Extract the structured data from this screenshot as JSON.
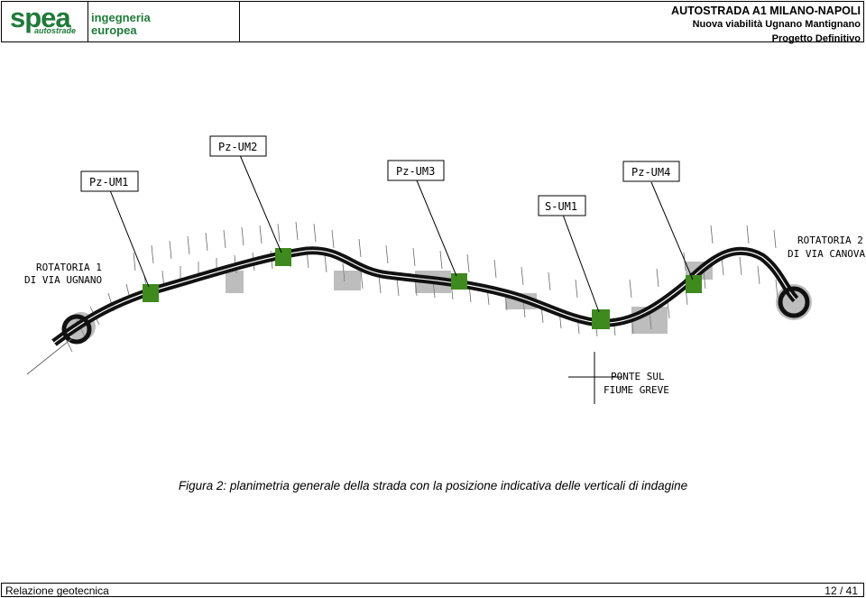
{
  "header": {
    "logo_main": "spea",
    "logo_sub": "autostrade",
    "company_line1": "ingegneria",
    "company_line2": "europea",
    "project_line1": "AUTOSTRADA A1 MILANO-NAPOLI",
    "project_line2": "Nuova  viabilità Ugnano Mantignano",
    "project_line3": "Progetto Definitivo"
  },
  "plan": {
    "labels": {
      "pz_um1": "Pz-UM1",
      "pz_um2": "Pz-UM2",
      "pz_um3": "Pz-UM3",
      "s_um1": "S-UM1",
      "pz_um4": "Pz-UM4",
      "rot1_line1": "ROTATORIA 1",
      "rot1_line2": "DI VIA UGNANO",
      "rot2_line1": "ROTATORIA 2",
      "rot2_line2": "DI VIA CANOVA",
      "ponte_line1": "PONTE SUL",
      "ponte_line2": "FIUME GREVE"
    },
    "colors": {
      "road": "#111111",
      "marker": "#3f8a1f",
      "hatch": "#555555"
    }
  },
  "caption": "Figura 2: planimetria generale della strada con la posizione indicativa delle verticali di indagine",
  "footer": {
    "left": "Relazione geotecnica",
    "right": "12 / 41"
  }
}
